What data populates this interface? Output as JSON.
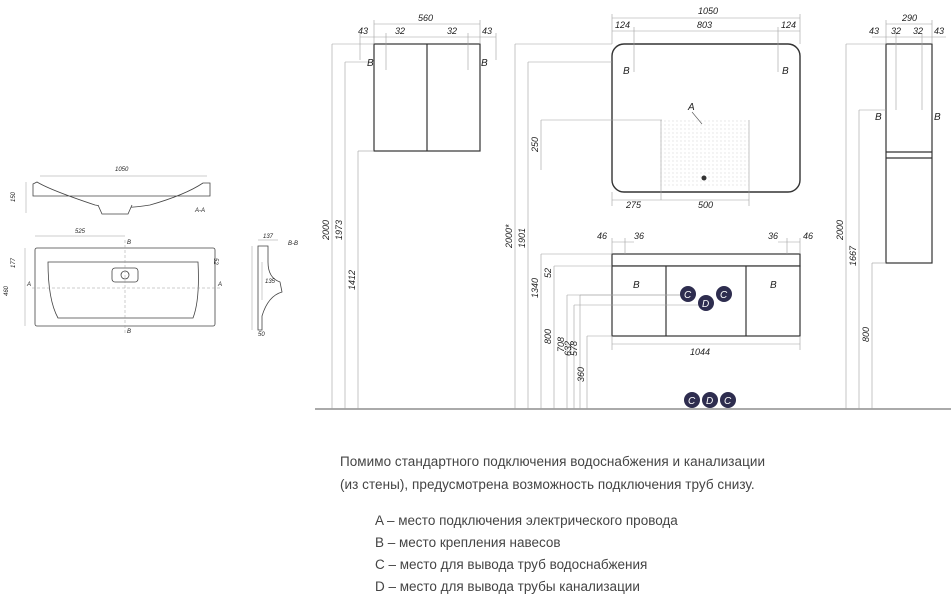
{
  "sink_views": {
    "side_section": {
      "top_width": "1050",
      "height": "150",
      "section_label": "A-A"
    },
    "plan": {
      "width": "525",
      "mark_top": "B",
      "mark_bottom": "B",
      "mark_side": "A",
      "mark_side2": "A",
      "dim_177": "177",
      "dim_52": "52",
      "dim_460": "460"
    },
    "section_bb": {
      "label": "B-B",
      "dim_137": "137",
      "dim_135": "135",
      "dim_50": "50"
    }
  },
  "cabinet": {
    "top": [
      "43",
      "32",
      "560",
      "32",
      "43"
    ],
    "mount_left": "B",
    "mount_right": "B",
    "heights": [
      "2000",
      "1973",
      "1412"
    ]
  },
  "mirror": {
    "top": [
      "124",
      "803",
      "1050",
      "124"
    ],
    "mount_left": "B",
    "mount_right": "B",
    "socket_label": "A",
    "bottom": [
      "275",
      "500"
    ],
    "heights": [
      "250",
      "2000*",
      "1901",
      "1340"
    ]
  },
  "vanity": {
    "top": [
      "46",
      "36",
      "36",
      "46"
    ],
    "width": "1044",
    "mount_left": "B",
    "mount_right": "B",
    "heights": [
      "52",
      "578",
      "632",
      "708",
      "800",
      "360"
    ],
    "outlets": [
      "C",
      "D",
      "C"
    ],
    "floor_outlets": [
      "C",
      "D",
      "C"
    ]
  },
  "column": {
    "top": [
      "43",
      "32",
      "32",
      "43"
    ],
    "width": "290",
    "mount_left": "B",
    "mount_right": "B",
    "heights": [
      "2000",
      "1667",
      "800"
    ]
  },
  "notes": {
    "line1": "Помимо стандартного подключения водоснабжения и канализации",
    "line2": "(из стены), предусмотрена возможность подключения труб снизу."
  },
  "legend": [
    "A – место подключения электрического провода",
    "B – место крепления навесов",
    "C – место для вывода труб водоснабжения",
    "D – место для вывода трубы канализации"
  ],
  "colors": {
    "line": "#2b2b2b",
    "dim_line": "#9a9a9a",
    "circle_fill": "#2e2d4f"
  }
}
